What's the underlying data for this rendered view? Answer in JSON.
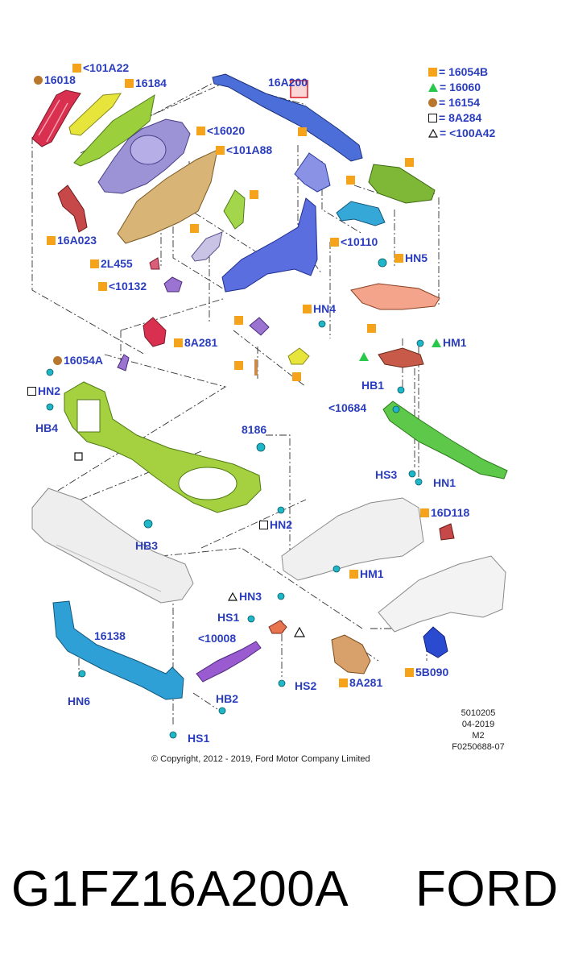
{
  "legend": [
    {
      "marker": "square-filled",
      "color": "#f5a31a",
      "text": "= 16054B"
    },
    {
      "marker": "triangle-filled",
      "color": "#28c84a",
      "text": "= 16060"
    },
    {
      "marker": "circle-filled",
      "color": "#b8772d",
      "text": "= 16154"
    },
    {
      "marker": "square-outline",
      "color": "#111111",
      "text": "= 8A284"
    },
    {
      "marker": "triangle-outline",
      "color": "#111111",
      "text": "= <100A42"
    }
  ],
  "callouts": {
    "p16018": "16018",
    "p101A22": "<101A22",
    "p16184": "16184",
    "p16A200": "16A200",
    "p16020": "<16020",
    "p101A88": "<101A88",
    "p16A023": "16A023",
    "p2L455": "2L455",
    "p10132": "<10132",
    "p10110": "<10110",
    "hn5": "HN5",
    "hn4": "HN4",
    "p8A281a": "8A281",
    "hm1a": "HM1",
    "p16054A": "16054A",
    "hn2a": "HN2",
    "hb4": "HB4",
    "hb1": "HB1",
    "p10684": "<10684",
    "p8186": "8186",
    "hs3": "HS3",
    "hn1": "HN1",
    "p16D118": "16D118",
    "hn2b": "HN2",
    "hb3": "HB3",
    "hm1b": "HM1",
    "hn3": "HN3",
    "hs1a": "HS1",
    "p16138": "16138",
    "p10008": "<10008",
    "hs2": "HS2",
    "p8A281b": "8A281",
    "p5B090": "5B090",
    "hn6": "HN6",
    "hb2": "HB2",
    "hs1b": "HS1"
  },
  "meta": {
    "code": "5010205",
    "date": "04-2019",
    "rev": "M2",
    "ref": "F0250688-07"
  },
  "copyright": "© Copyright, 2012 - 2019, Ford Motor Company Limited",
  "footer": {
    "part_number": "G1FZ16A200A",
    "brand": "FORD"
  },
  "colors": {
    "label": "#2a3dbd",
    "square_marker": "#f5a31a",
    "circle_marker": "#b8772d",
    "triangle_marker": "#28c84a",
    "highlight": "#e0242c"
  }
}
